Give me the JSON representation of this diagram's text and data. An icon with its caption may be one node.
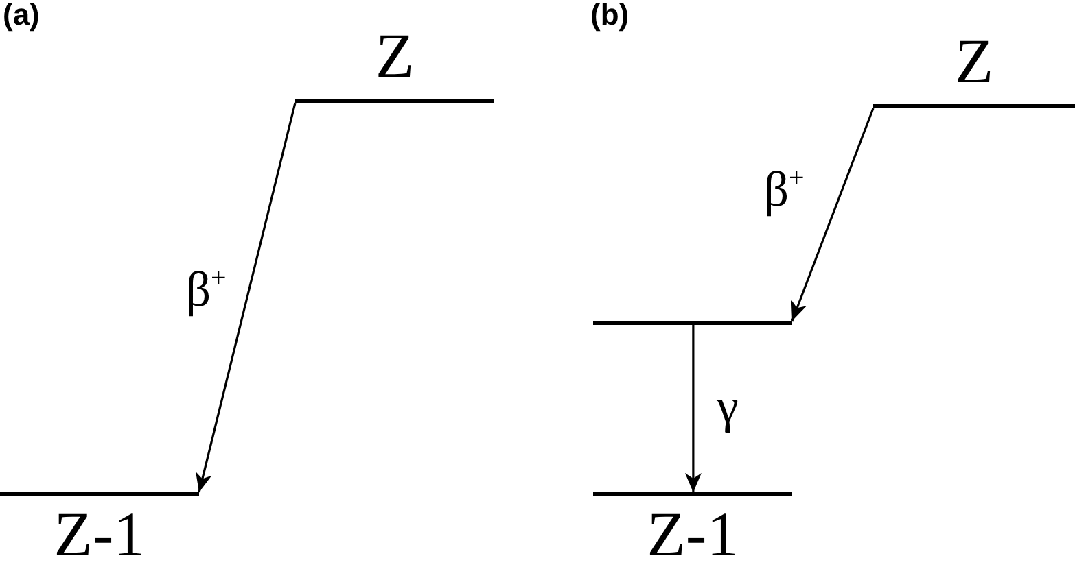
{
  "diagram": {
    "nodes": [
      {
        "text": [
          "Z"
        ]
      },
      {
        "text": [
          "Z-1"
        ]
      },
      {
        "text": [
          "Z"
        ]
      },
      {
        "text": [],
        "shape": "bar"
      },
      {
        "text": [
          "Z-1"
        ]
      }
    ],
    "edges": [
      {
        "from": 0,
        "to": 1,
        "arrow": "to",
        "label": "β$^{+}$"
      },
      {
        "from": 2,
        "to": 3,
        "arrow": "to",
        "label": "β$^{+}$"
      },
      {
        "from": 3,
        "to": 4,
        "arrow": "to",
        "label": "γ"
      }
    ],
    "labels": [
      "(a)",
      "(b)"
    ]
  }
}
